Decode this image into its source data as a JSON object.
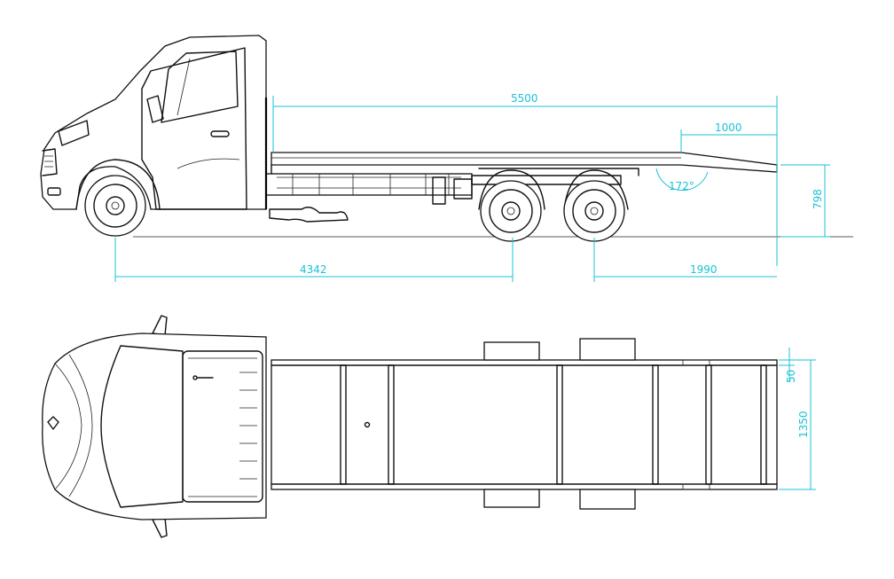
{
  "colors": {
    "dimension": "#19c3d6",
    "line": "#111111",
    "background": "#ffffff"
  },
  "dimensions": {
    "deck_length": "5500",
    "ramp_length": "1000",
    "ramp_angle": "172°",
    "deck_height": "798",
    "front_to_tandem": "4342",
    "rear_overhang": "1990",
    "deck_width": "1350",
    "side_offset": "50"
  }
}
